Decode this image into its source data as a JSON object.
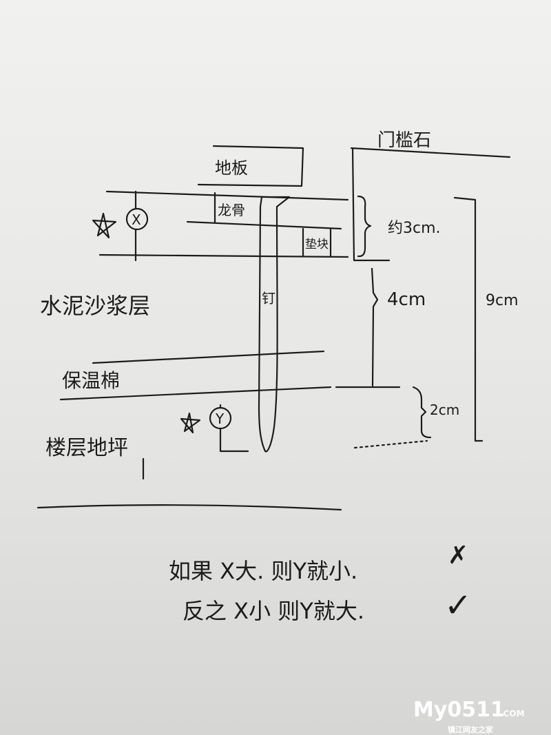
{
  "labels": {
    "threshold_stone": "门槛石",
    "floorboard": "地板",
    "keel": "龙骨",
    "shim": "垫块",
    "nail": "钉",
    "mortar_layer": "水泥沙浆层",
    "insulation": "保温棉",
    "floor_slab": "楼层地坪",
    "x_marker": "X",
    "y_marker": "Y"
  },
  "dimensions": {
    "approx_3cm": "约3cm.",
    "d_4cm": "4cm",
    "d_2cm": "2cm",
    "d_9cm": "9cm"
  },
  "notes": [
    {
      "text": "如果 X大. 则Y就小.",
      "mark": "✗"
    },
    {
      "text": "反之 X小 则Y就大.",
      "mark": "✓"
    }
  ],
  "watermark": {
    "brand": "My0511",
    "domain": ".COM",
    "subtitle": "镇江网友之家"
  }
}
